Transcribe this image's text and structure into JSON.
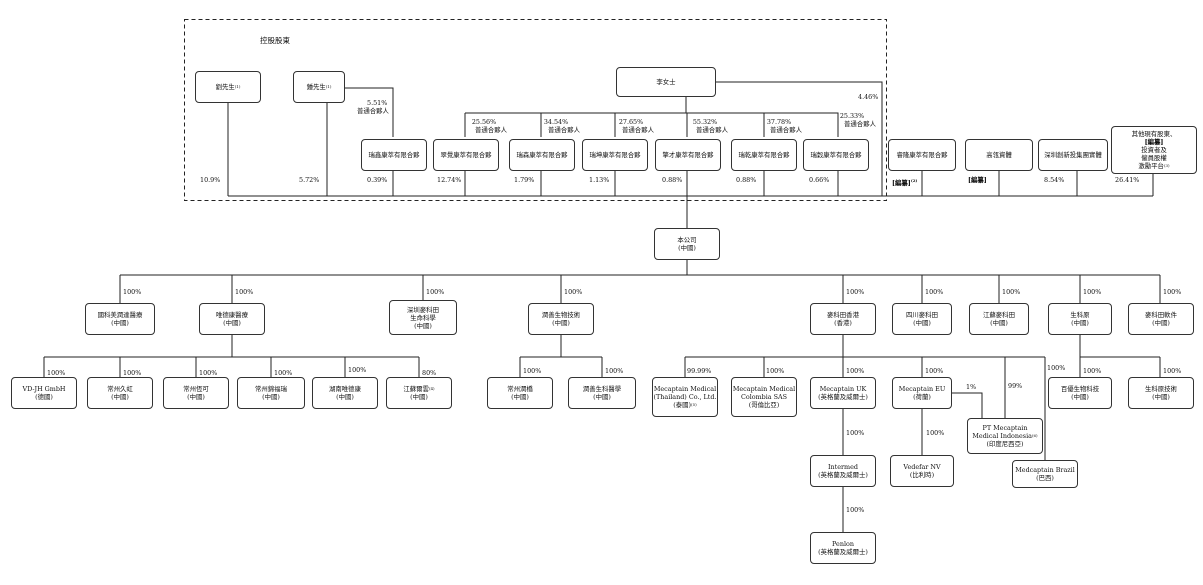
{
  "group_label": "控股股東",
  "shareholders": {
    "liu": {
      "name": "劉先生",
      "note": "(1)",
      "pct": "10.9%"
    },
    "zhong": {
      "name": "鍾先生",
      "note": "(1)",
      "pct": "5.72%",
      "gp_pct": "5.51%",
      "gp_label": "普通合夥人"
    },
    "li": {
      "name": "李女士",
      "pct_right": "4.46%"
    }
  },
  "partnerships": [
    {
      "name": "瑞鑫康萃有限合夥",
      "pct": "0.39%",
      "gp_pct": "",
      "gp_label": ""
    },
    {
      "name": "翠覺康萃有限合夥",
      "pct": "12.74%",
      "gp_pct": "25.56%",
      "gp_label": "普通合夥人"
    },
    {
      "name": "瑞森康萃有限合夥",
      "pct": "1.79%",
      "gp_pct": "34.54%",
      "gp_label": "普通合夥人"
    },
    {
      "name": "瑞坤康萃有限合夥",
      "pct": "1.13%",
      "gp_pct": "27.65%",
      "gp_label": "普通合夥人"
    },
    {
      "name": "擎才康萃有限合夥",
      "pct": "0.88%",
      "gp_pct": "55.32%",
      "gp_label": "普通合夥人"
    },
    {
      "name": "瑞乾康萃有限合夥",
      "pct": "0.88%",
      "gp_pct": "37.78%",
      "gp_label": "普通合夥人"
    },
    {
      "name": "瑞穀康萃有限合夥",
      "pct": "0.66%",
      "gp_pct": "25.33%",
      "gp_label": "普通合夥人"
    }
  ],
  "other_holders": [
    {
      "name": "睿隆康萃有限合夥",
      "pct": "[編纂]",
      "note": "(2)"
    },
    {
      "name": "高瓴資體",
      "pct": "[編纂]",
      "note": ""
    },
    {
      "name": "深圳創新投集團實體",
      "pct": "8.54%",
      "note": ""
    },
    {
      "name_lines": [
        "其他現有股東、",
        "[編纂]",
        "投資者及",
        "僱員股權",
        "激勵平台"
      ],
      "note": "(3)",
      "pct": "26.41%"
    }
  ],
  "company": {
    "name": "本公司",
    "region": "(中國)"
  },
  "level1": [
    {
      "id": "guoke",
      "lines": [
        "國科美潤達醫療",
        "(中國)"
      ],
      "pct": "100%"
    },
    {
      "id": "weide",
      "lines": [
        "唯德康醫療",
        "(中國)"
      ],
      "pct": "100%"
    },
    {
      "id": "szmkt",
      "lines": [
        "深圳麥科田",
        "生命科學",
        "(中國)"
      ],
      "pct": "100%"
    },
    {
      "id": "runshan",
      "lines": [
        "潤善生物技術",
        "(中國)"
      ],
      "pct": "100%"
    },
    {
      "id": "hk",
      "lines": [
        "麥科田香港",
        "(香港)"
      ],
      "pct": "100%"
    },
    {
      "id": "sichuan",
      "lines": [
        "四川麥科田",
        "(中國)"
      ],
      "pct": "100%"
    },
    {
      "id": "jiangsu",
      "lines": [
        "江蘇麥科田",
        "(中國)"
      ],
      "pct": "100%"
    },
    {
      "id": "shengkeyuan",
      "lines": [
        "生科原",
        "(中國)"
      ],
      "pct": "100%"
    },
    {
      "id": "software",
      "lines": [
        "麥科田軟件",
        "(中國)"
      ],
      "pct": "100%"
    }
  ],
  "weide_children": [
    {
      "lines": [
        "VD-JH GmbH",
        "(德國)"
      ],
      "pct": "100%"
    },
    {
      "lines": [
        "常州久虹",
        "(中國)"
      ],
      "pct": "100%"
    },
    {
      "lines": [
        "常州恆可",
        "(中國)"
      ],
      "pct": "100%"
    },
    {
      "lines": [
        "常州錦福瑞",
        "(中國)"
      ],
      "pct": "100%"
    },
    {
      "lines": [
        "湖南唯德康",
        "(中國)"
      ],
      "pct": "100%"
    },
    {
      "lines": [
        "江蘇爾雲",
        "(中國)"
      ],
      "note": "(4)",
      "pct": "80%"
    }
  ],
  "runshan_children": [
    {
      "lines": [
        "常州潤橋",
        "(中國)"
      ],
      "pct": "100%"
    },
    {
      "lines": [
        "潤善生科醫學",
        "(中國)"
      ],
      "pct": "100%"
    }
  ],
  "hk_children": [
    {
      "lines": [
        "Mecaptain Medical",
        "(Thailand) Co., Ltd.",
        "(泰國)"
      ],
      "note": "(5)",
      "pct": "99.99%"
    },
    {
      "lines": [
        "Mecaptain Medical",
        "Colombia SAS",
        "(哥倫比亞)"
      ],
      "pct": "100%"
    },
    {
      "lines": [
        "Mecaptain UK",
        "(英格蘭及威爾士)"
      ],
      "pct": "100%"
    },
    {
      "lines": [
        "Mecaptain EU",
        "(荷蘭)"
      ],
      "pct": "100%"
    },
    {
      "lines": [
        "Medcaptain Brazil",
        "(巴西)"
      ],
      "pct": "100%"
    }
  ],
  "pt_indonesia": {
    "lines": [
      "PT Mecaptain",
      "Medical Indonesia",
      "(印度尼西亞)"
    ],
    "note": "(6)",
    "pct_eu": "1%",
    "pct_hk": "99%"
  },
  "intermed": {
    "lines": [
      "Intermed",
      "(英格蘭及威爾士)"
    ],
    "pct": "100%"
  },
  "penlon": {
    "lines": [
      "Penlon",
      "(英格蘭及威爾士)"
    ],
    "pct": "100%"
  },
  "vedefar": {
    "lines": [
      "Vedefar NV",
      "(比利時)"
    ],
    "pct": "100%"
  },
  "shengkeyuan_children": [
    {
      "lines": [
        "百優生物科技",
        "(中國)"
      ],
      "pct": "100%"
    },
    {
      "lines": [
        "生科原技術",
        "(中國)"
      ],
      "pct": "100%"
    }
  ]
}
